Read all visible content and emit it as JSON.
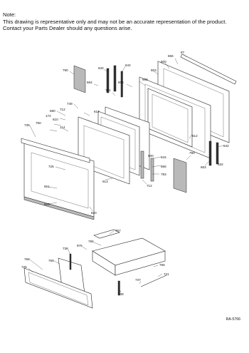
{
  "note": {
    "heading": "Note:",
    "line1": "This drawing is representative only and may not be an accurate representation of the product.",
    "line2": "Contact your Parts Dealer should any questions arise."
  },
  "reference": "RA-5766",
  "labels": {
    "l87": "87",
    "l656": "656",
    "l600": "600",
    "l790a": "790",
    "l632a": "632",
    "l642a": "642",
    "l603": "603",
    "l664": "664",
    "l606": "606",
    "l608": "608",
    "l791": "791",
    "l749": "749",
    "l612a": "612",
    "l680": "680",
    "l712a": "712",
    "l172": "172",
    "l610": "610",
    "l750": "750",
    "l114": "114",
    "l735": "735",
    "l612b": "612",
    "l642b": "642",
    "l615": "615",
    "l790b": "790",
    "l600b": "600",
    "l666": "666",
    "l793": "793",
    "l663": "663",
    "l632b": "632",
    "l725a": "725",
    "l613": "613",
    "l712b": "712",
    "l651": "651",
    "l665": "665",
    "l620": "620",
    "l757": "757",
    "l765": "765",
    "l738a": "738",
    "l976": "976",
    "l768": "768",
    "l769": "769",
    "l725b": "725",
    "l766": "766",
    "l741": "741",
    "l737": "737",
    "l738b": "738"
  }
}
